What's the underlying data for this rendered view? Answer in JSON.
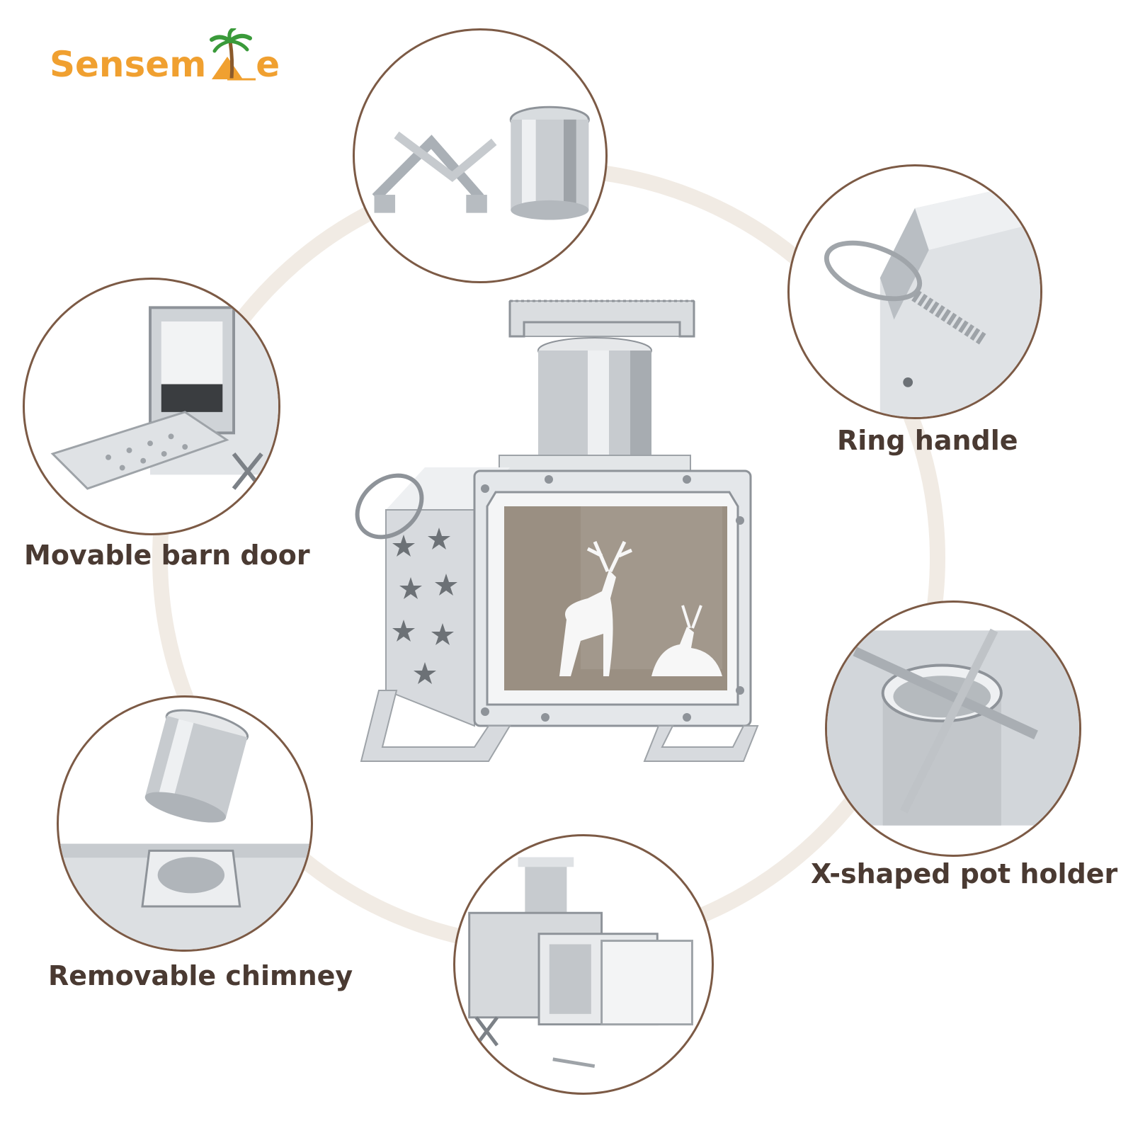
{
  "brand": {
    "name_part1": "Sensem",
    "name_part2": "e",
    "colors": {
      "orange": "#f0a030",
      "palm": "#3a9a3a",
      "trunk": "#8b5a2b"
    }
  },
  "labels": {
    "ring_handle": "Ring handle",
    "barn_door": "Movable barn door",
    "pot_holder": "X-shaped pot holder",
    "chimney": "Removable chimney"
  },
  "colors": {
    "ring": "#f1ebe4",
    "bubble_border": "#7c5a45",
    "label_text": "#4a3a32",
    "steel_light": "#e6e8ea",
    "steel_mid": "#c3c7cb",
    "steel_dark": "#8e9399",
    "glass": "#9a8f82"
  }
}
